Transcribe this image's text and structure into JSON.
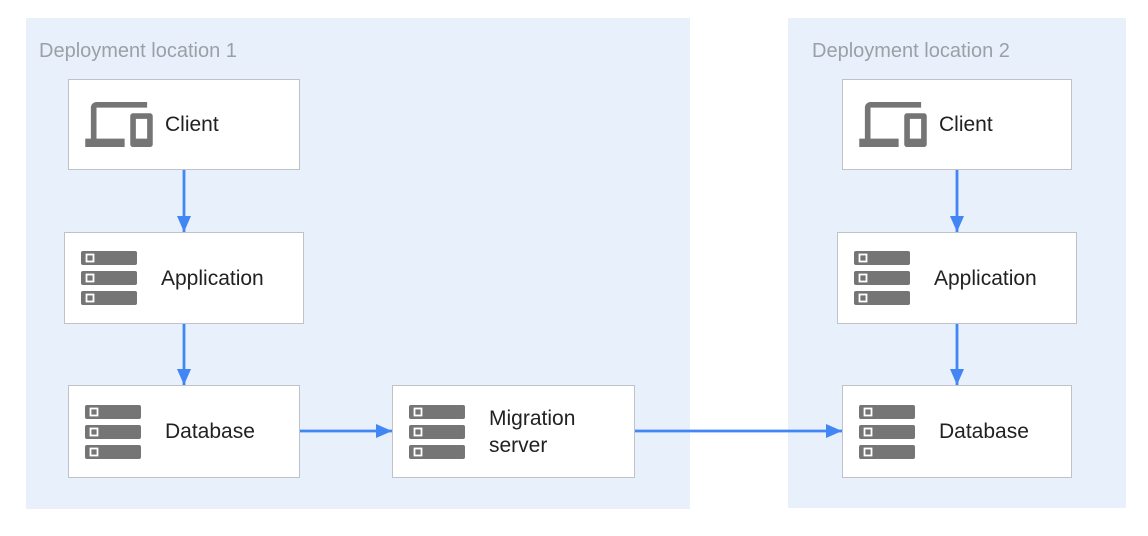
{
  "diagram": {
    "regions": [
      {
        "label": "Deployment location 1",
        "nodes": [
          {
            "icon": "devices-icon",
            "label": "Client"
          },
          {
            "icon": "server-stack-icon",
            "label": "Application"
          },
          {
            "icon": "server-stack-icon",
            "label": "Database"
          }
        ]
      },
      {
        "label": "Deployment location 2",
        "nodes": [
          {
            "icon": "devices-icon",
            "label": "Client"
          },
          {
            "icon": "server-stack-icon",
            "label": "Application"
          },
          {
            "icon": "server-stack-icon",
            "label": "Database"
          }
        ]
      }
    ],
    "migration_node": {
      "icon": "server-stack-icon",
      "label": "Migration server"
    },
    "edges": [
      {
        "from": "Client (location 1)",
        "to": "Application (location 1)"
      },
      {
        "from": "Application (location 1)",
        "to": "Database (location 1)"
      },
      {
        "from": "Database (location 1)",
        "to": "Migration server"
      },
      {
        "from": "Migration server",
        "to": "Database (location 2)"
      },
      {
        "from": "Client (location 2)",
        "to": "Application (location 2)"
      },
      {
        "from": "Application (location 2)",
        "to": "Database (location 2)"
      }
    ],
    "colors": {
      "region_bg": "#e8f1fb",
      "arrow_blue": "#4285f4",
      "icon_gray": "#757575",
      "box_border": "#bfc3c7",
      "box_bg": "#ffffff",
      "region_label_gray": "#9aa0a6",
      "node_text": "#212121",
      "page_bg": "#ffffff"
    }
  }
}
